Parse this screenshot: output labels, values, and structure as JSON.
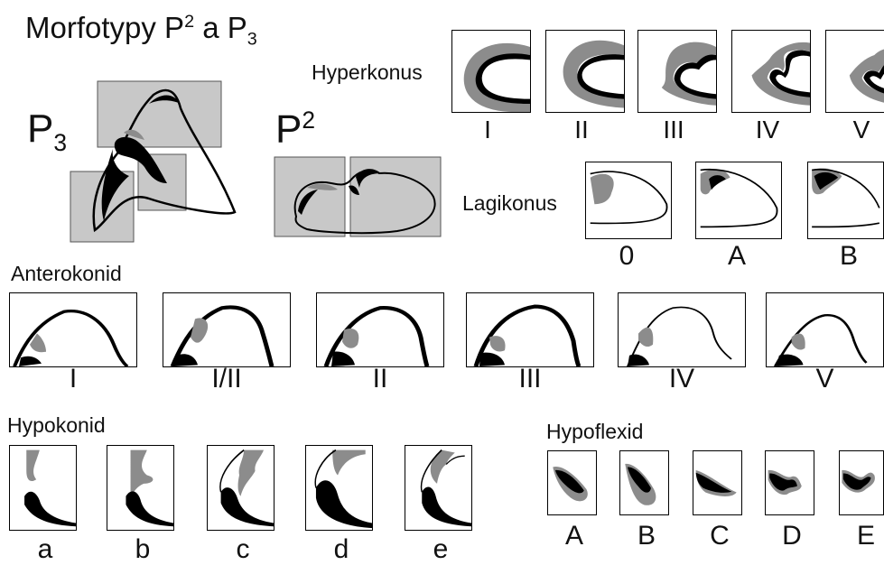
{
  "title": {
    "main": "Morfotypy P",
    "sup": "2",
    "mid": " a P",
    "sub": "3"
  },
  "overview": {
    "p3": {
      "main": "P",
      "sub": "3"
    },
    "p2": {
      "main": "P",
      "sup": "2"
    }
  },
  "sections": {
    "hyperkonus": "Hyperkonus",
    "lagikonus": "Lagikonus",
    "anterokonid": "Anterokonid",
    "hypokonid": "Hypokonid",
    "hypoflexid": "Hypoflexid"
  },
  "hyperkonus_labels": [
    "I",
    "II",
    "III",
    "IV",
    "V"
  ],
  "lagikonus_labels": [
    "0",
    "A",
    "B"
  ],
  "anterokonid_labels": [
    "I",
    "I/II",
    "II",
    "III",
    "IV",
    "V"
  ],
  "hypokonid_labels": [
    "a",
    "b",
    "c",
    "d",
    "e"
  ],
  "hypoflexid_labels": [
    "A",
    "B",
    "C",
    "D",
    "E"
  ],
  "colors": {
    "enamel": "#000000",
    "dentine": "#8c8c8c",
    "highlight_box": "#c8c8c8"
  }
}
